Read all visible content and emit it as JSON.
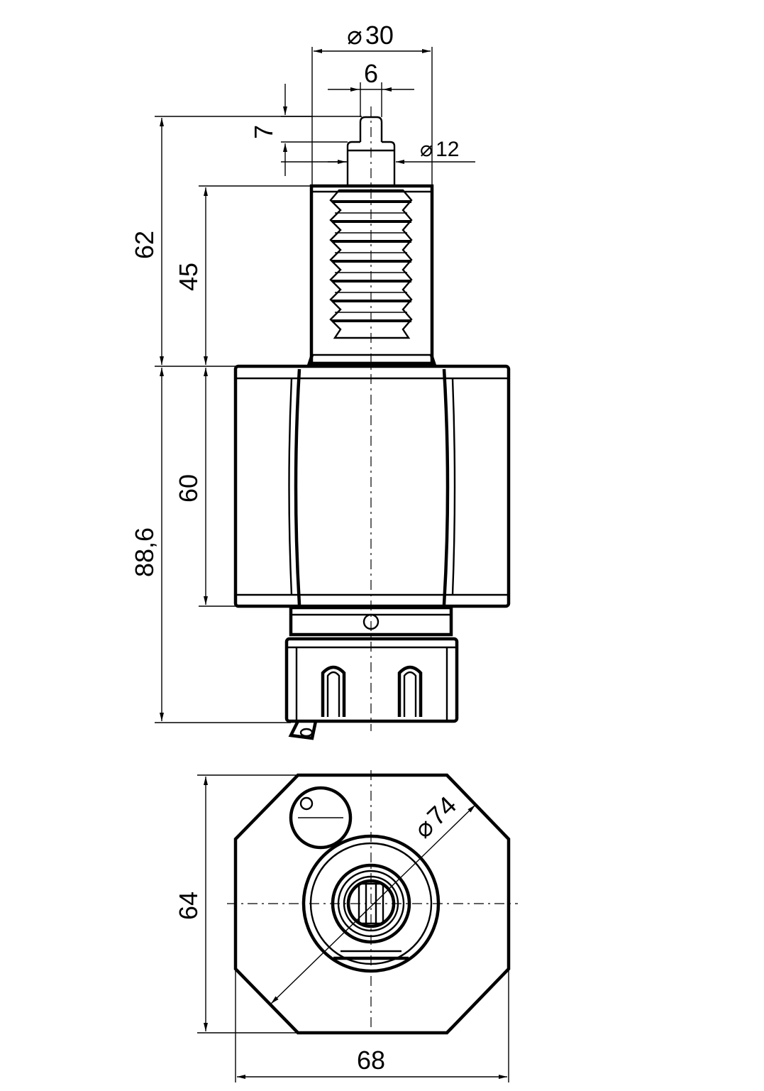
{
  "dimensions": {
    "top_view_height_total": "62",
    "shank_length": "45",
    "lower_height_total": "88,6",
    "body_height": "60",
    "drive_diameter": "30",
    "tang_width": "6",
    "tang_height": "7",
    "shaft_diameter": "12",
    "front_height": "64",
    "front_width": "68",
    "bolt_circle_diameter": "74"
  },
  "symbols": {
    "diameter": "⌀"
  },
  "colors": {
    "line": "#000000",
    "background": "#ffffff"
  }
}
